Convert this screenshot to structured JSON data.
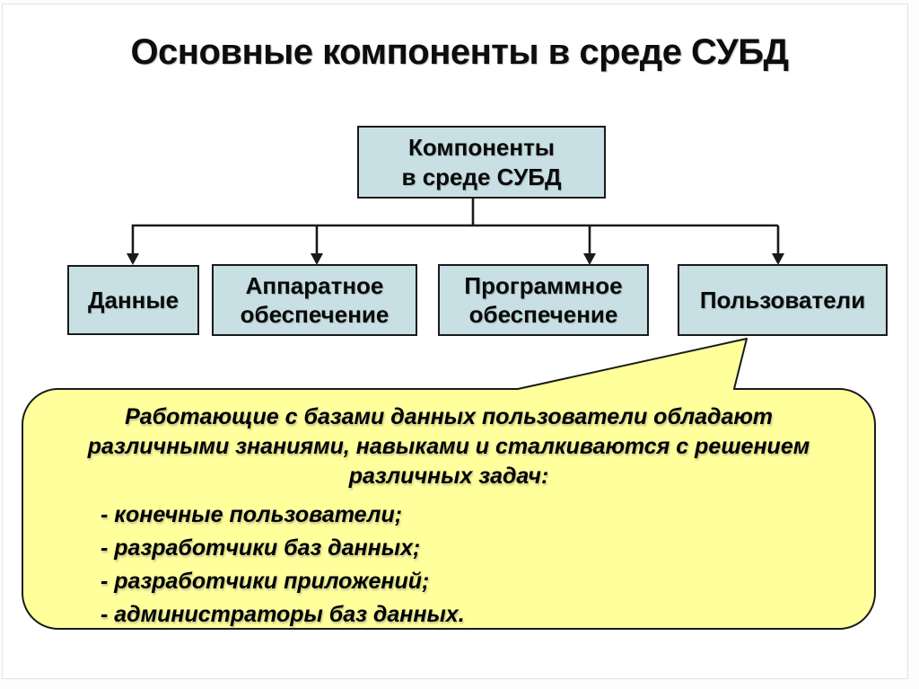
{
  "title": "Основные компоненты в среде СУБД",
  "diagram": {
    "root": {
      "lines": [
        "Компоненты",
        "в среде СУБД"
      ]
    },
    "children": [
      {
        "label": "Данные"
      },
      {
        "label": "Аппаратное обеспечение"
      },
      {
        "label": "Программное обеспечение"
      },
      {
        "label": "Пользователи"
      }
    ]
  },
  "callout": {
    "intro_lines": [
      "Работающие с базами данных пользователи обладают",
      "различными знаниями, навыками и сталкиваются с решением",
      "различных задач:"
    ],
    "items": [
      "- конечные пользователи;",
      "- разработчики баз данных;",
      "- разработчики приложений;",
      "- администраторы баз данных."
    ]
  },
  "colors": {
    "box_fill": "#c8e0e4",
    "callout_fill": "#ffff9c",
    "outline": "#1a1a1a"
  }
}
